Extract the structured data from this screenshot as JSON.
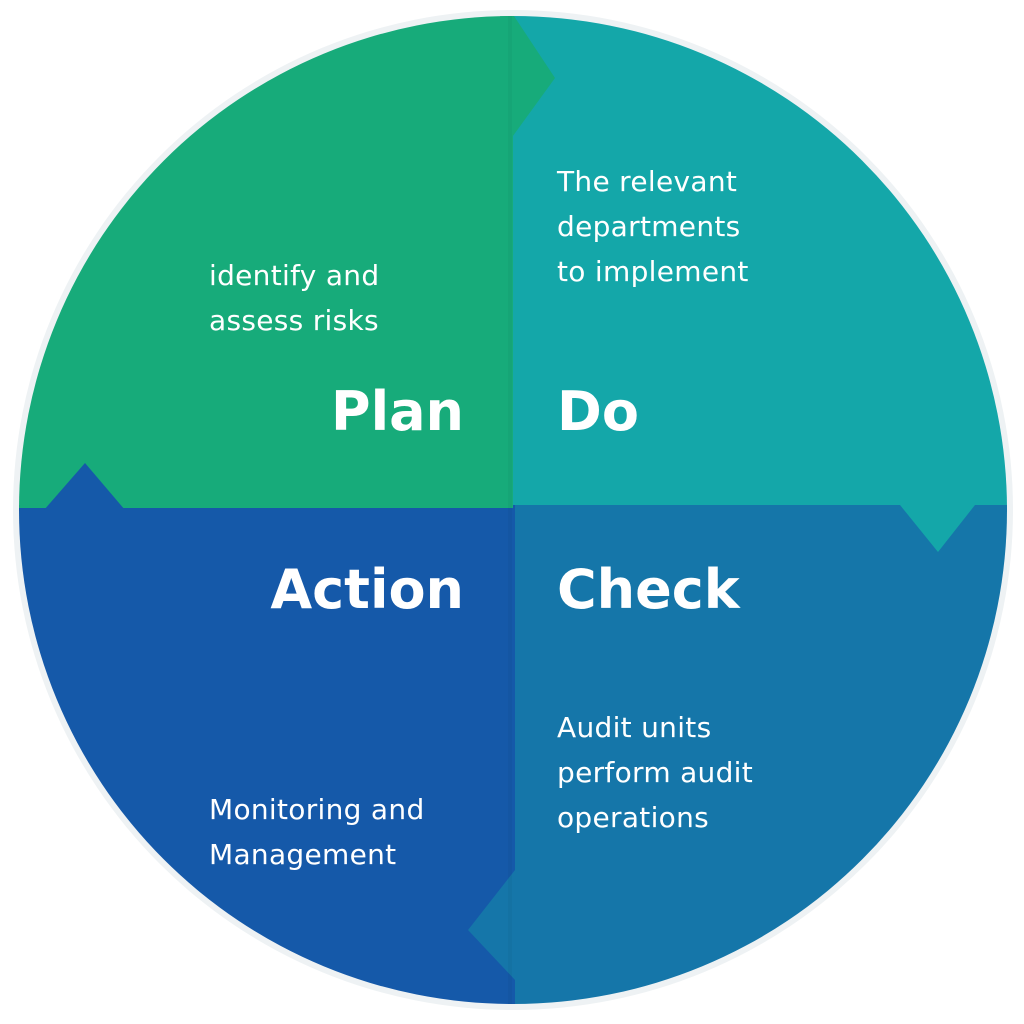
{
  "quadrants": {
    "plan": {
      "title": "Plan",
      "desc": [
        "identify and",
        "assess risks"
      ],
      "color": "#17ab7a"
    },
    "do": {
      "title": "Do",
      "desc": [
        "The relevant",
        "departments",
        "to implement"
      ],
      "color": "#14a7a9"
    },
    "check": {
      "title": "Check",
      "desc": [
        "Audit units",
        "perform audit",
        "operations"
      ],
      "color": "#1576a9"
    },
    "action": {
      "title": "Action",
      "desc": [
        "Monitoring and",
        "Management"
      ],
      "color": "#1559a9"
    }
  }
}
